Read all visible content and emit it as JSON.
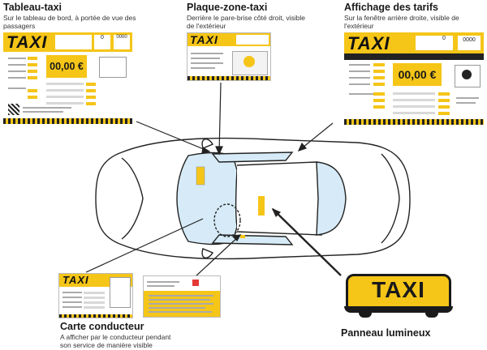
{
  "labels": {
    "dashboard": {
      "title": "Tableau-taxi",
      "desc": "Sur le tableau de bord, à portée de vue des passagers"
    },
    "plate": {
      "title": "Plaque-zone-taxi",
      "desc": "Derrière le pare-brise côté droit, visible de l'extérieur"
    },
    "tariff": {
      "title": "Affichage des tarifs",
      "desc": "Sur la fenêtre arrière droite, visible de l'extérieur"
    },
    "card": {
      "title": "Carte conducteur",
      "desc": "A afficher par le conducteur pendant son service de manière visible"
    },
    "light": {
      "title": "Panneau lumineux"
    }
  },
  "panels": {
    "taxi_word": "TAXI",
    "price": "00,00 €",
    "counter": "0",
    "zero_code": "0000"
  },
  "colors": {
    "yellow": "#f5c518",
    "dark": "#1a1a1a",
    "glass": "#d6ebf7"
  }
}
